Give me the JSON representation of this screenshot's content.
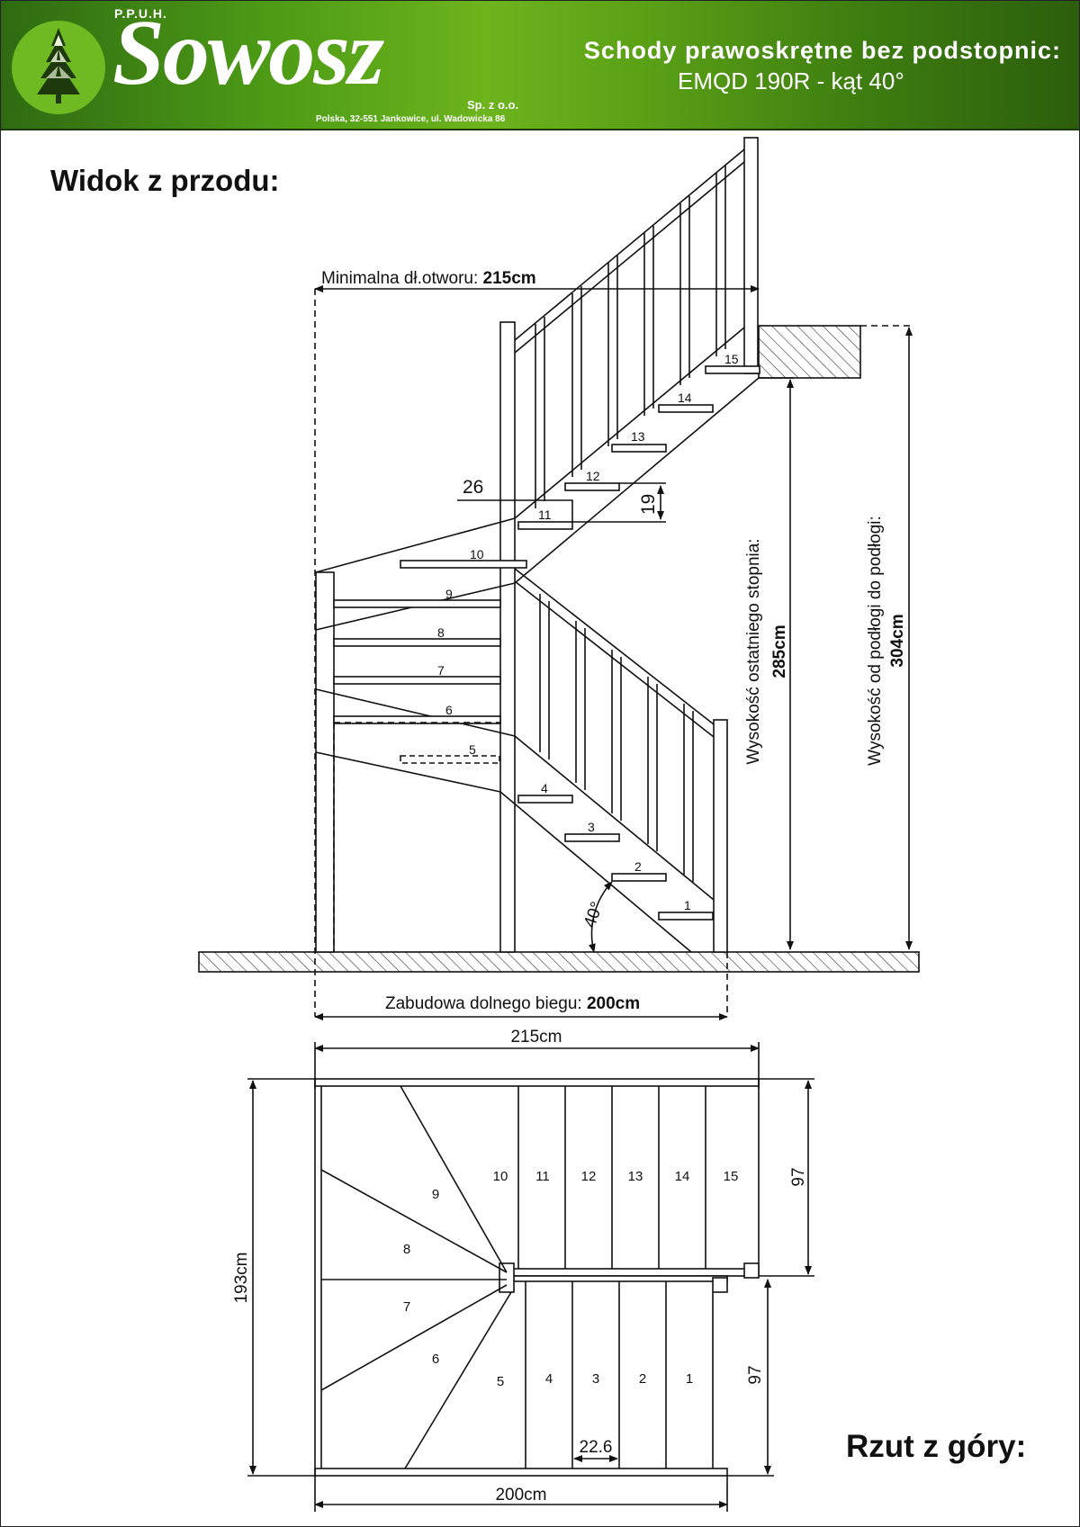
{
  "header": {
    "company_prefix": "P.P.U.H.",
    "brand": "Sowosz",
    "company_suffix": "Sp. z o.o.",
    "address": "Polska, 32-551 Jankowice, ul. Wadowicka 86",
    "title_line1": "Schody prawoskrętne bez podstopnic:",
    "title_line2": "EMQD 190R - kąt 40°",
    "colors": {
      "banner_dark": "#2f6a12",
      "banner_light": "#6db41d",
      "logo_circle": "#6fba22"
    },
    "logo_icon": "spruce-tree-icon"
  },
  "front_view": {
    "heading": "Widok z przodu:",
    "opening_label": "Minimalna dł.otworu: ",
    "opening_value": "215cm",
    "tread_width": "26",
    "riser_height": "19",
    "angle": "40°",
    "last_step_height_label": "Wysokość ostatniego stopnia:",
    "last_step_height_value": "285cm",
    "floor_height_label": "Wysokość od podłogi do podłogi:",
    "floor_height_value": "304cm",
    "lower_flight_label": "Zabudowa dolnego biegu: ",
    "lower_flight_value": "200cm",
    "step_numbers": [
      "1",
      "2",
      "3",
      "4",
      "5",
      "6",
      "7",
      "8",
      "9",
      "10",
      "11",
      "12",
      "13",
      "14",
      "15"
    ]
  },
  "top_view": {
    "heading": "Rzut z góry:",
    "width_top": "215cm",
    "width_bottom": "200cm",
    "depth": "193cm",
    "upper_run_width": "97",
    "lower_run_width": "97",
    "tread_depth": "22.6",
    "step_numbers": [
      "1",
      "2",
      "3",
      "4",
      "5",
      "6",
      "7",
      "8",
      "9",
      "10",
      "11",
      "12",
      "13",
      "14",
      "15"
    ]
  }
}
